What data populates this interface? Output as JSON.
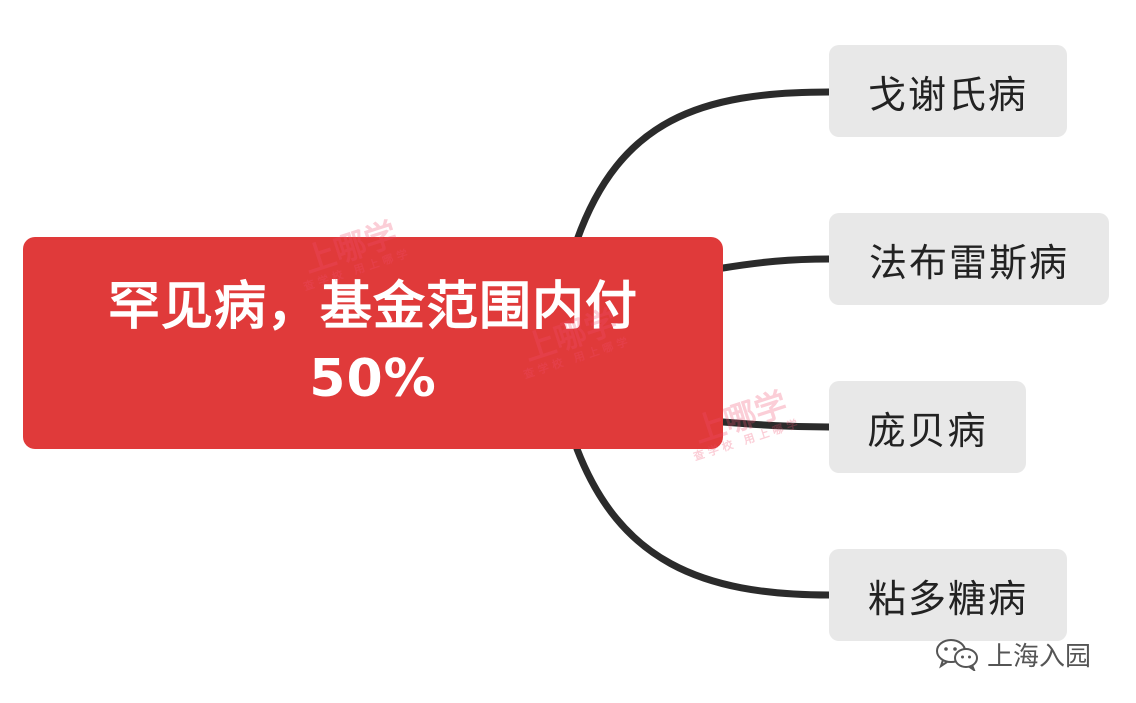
{
  "central": {
    "line1": "罕见病，基金范围内付",
    "line2": "50%"
  },
  "branches": [
    {
      "label": "戈谢氏病"
    },
    {
      "label": "法布雷斯病"
    },
    {
      "label": "庞贝病"
    },
    {
      "label": "粘多糖病"
    }
  ],
  "watermark": {
    "main": "上哪学",
    "sub": "查学校 用上哪学"
  },
  "footer": {
    "icon": "wechat-icon",
    "label": "上海入园"
  },
  "colors": {
    "central_bg": "#e03a3a",
    "branch_bg": "#e8e8e8",
    "connector": "#2b2b2b"
  }
}
